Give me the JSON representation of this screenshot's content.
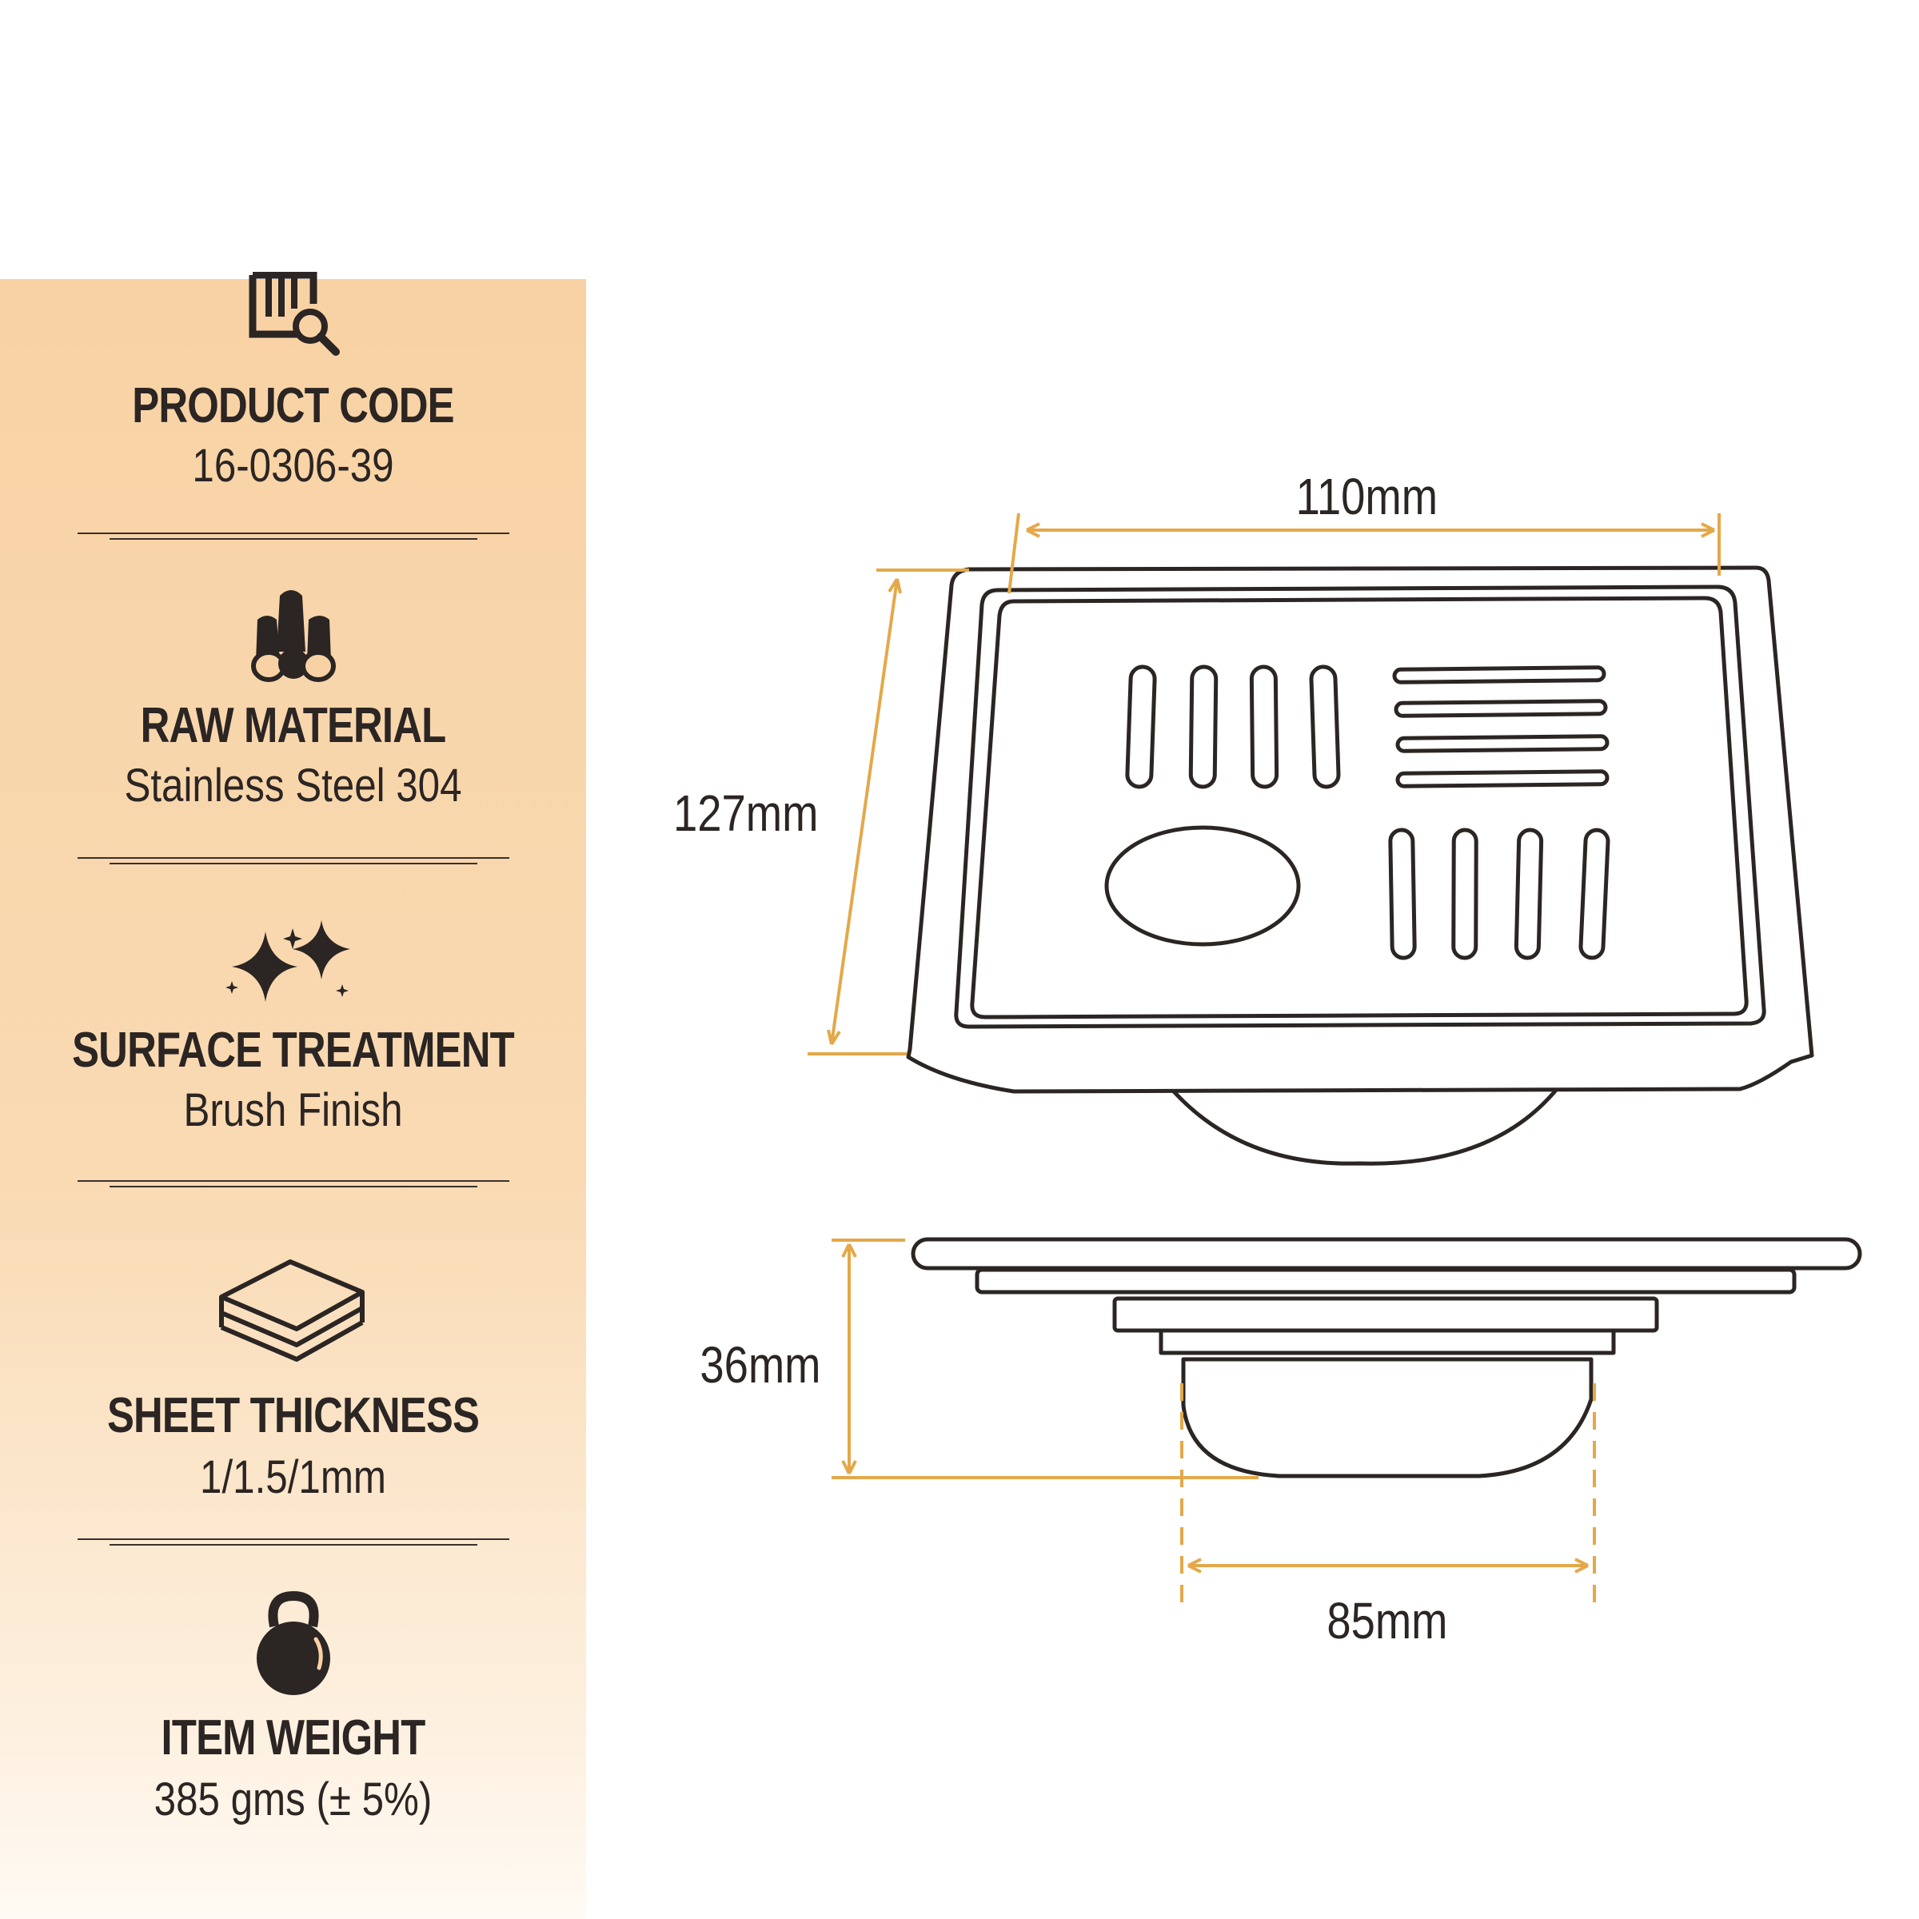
{
  "specs": [
    {
      "label": "PRODUCT CODE",
      "value": "16-0306-39",
      "icon": "catalog-search-icon"
    },
    {
      "label": "RAW MATERIAL",
      "value": "Stainless Steel 304",
      "icon": "steel-rods-icon"
    },
    {
      "label": "SURFACE TREATMENT",
      "value": "Brush Finish",
      "icon": "sparkles-icon"
    },
    {
      "label": "SHEET THICKNESS",
      "value": "1/1.5/1mm",
      "icon": "layered-sheets-icon"
    },
    {
      "label": "ITEM WEIGHT",
      "value": "385 gms (± 5%)",
      "icon": "kettlebell-icon"
    }
  ],
  "dimensions": {
    "top_width": "110mm",
    "top_height": "127mm",
    "side_height": "36mm",
    "body_diameter": "85mm"
  },
  "colors": {
    "panel": "#f8d2a4",
    "dimension_line": "#e4a84a",
    "outline": "#2b2523"
  }
}
